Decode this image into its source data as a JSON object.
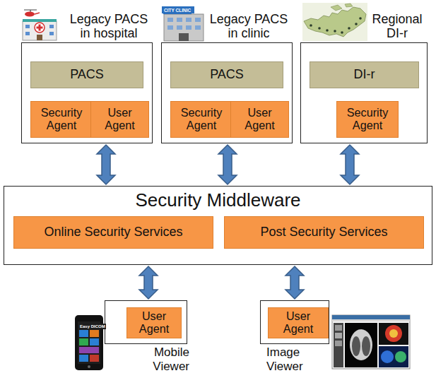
{
  "diagram": {
    "nodes": [
      {
        "text": [
          "Legacy PACS in hospital"
        ]
      },
      {
        "text": [
          "PACS"
        ],
        "in": 0
      },
      {
        "text": [
          "Security Agent"
        ],
        "in": 0
      },
      {
        "text": [
          "User Agent"
        ],
        "in": 0
      },
      {
        "text": [
          "Legacy PACS in clinic"
        ]
      },
      {
        "text": [
          "PACS"
        ],
        "in": 4
      },
      {
        "text": [
          "Security Agent"
        ],
        "in": 4
      },
      {
        "text": [
          "User Agent"
        ],
        "in": 4
      },
      {
        "text": [
          "Regional DI-r"
        ]
      },
      {
        "text": [
          "DI-r"
        ],
        "in": 8
      },
      {
        "text": [
          "Security Agent"
        ],
        "in": 8
      },
      {
        "text": [
          "Security Middleware"
        ]
      },
      {
        "text": [
          "Online Security Services"
        ],
        "in": 11
      },
      {
        "text": [
          "Post Security Services"
        ],
        "in": 11
      },
      {
        "text": [
          "Mobile Viewer"
        ]
      },
      {
        "text": [
          "User Agent"
        ],
        "in": 14
      },
      {
        "text": [
          "Image Viewer"
        ]
      },
      {
        "text": [
          "User Agent"
        ],
        "in": 16
      }
    ],
    "edges": [
      {
        "from": 0,
        "to": 11,
        "arrow": "both"
      },
      {
        "from": 4,
        "to": 11,
        "arrow": "both"
      },
      {
        "from": 8,
        "to": 11,
        "arrow": "both"
      },
      {
        "from": 11,
        "to": 14,
        "arrow": "both"
      },
      {
        "from": 11,
        "to": 16,
        "arrow": "both"
      }
    ],
    "labels": [
      "CITY CLINIC",
      "Easy DICOM"
    ]
  }
}
